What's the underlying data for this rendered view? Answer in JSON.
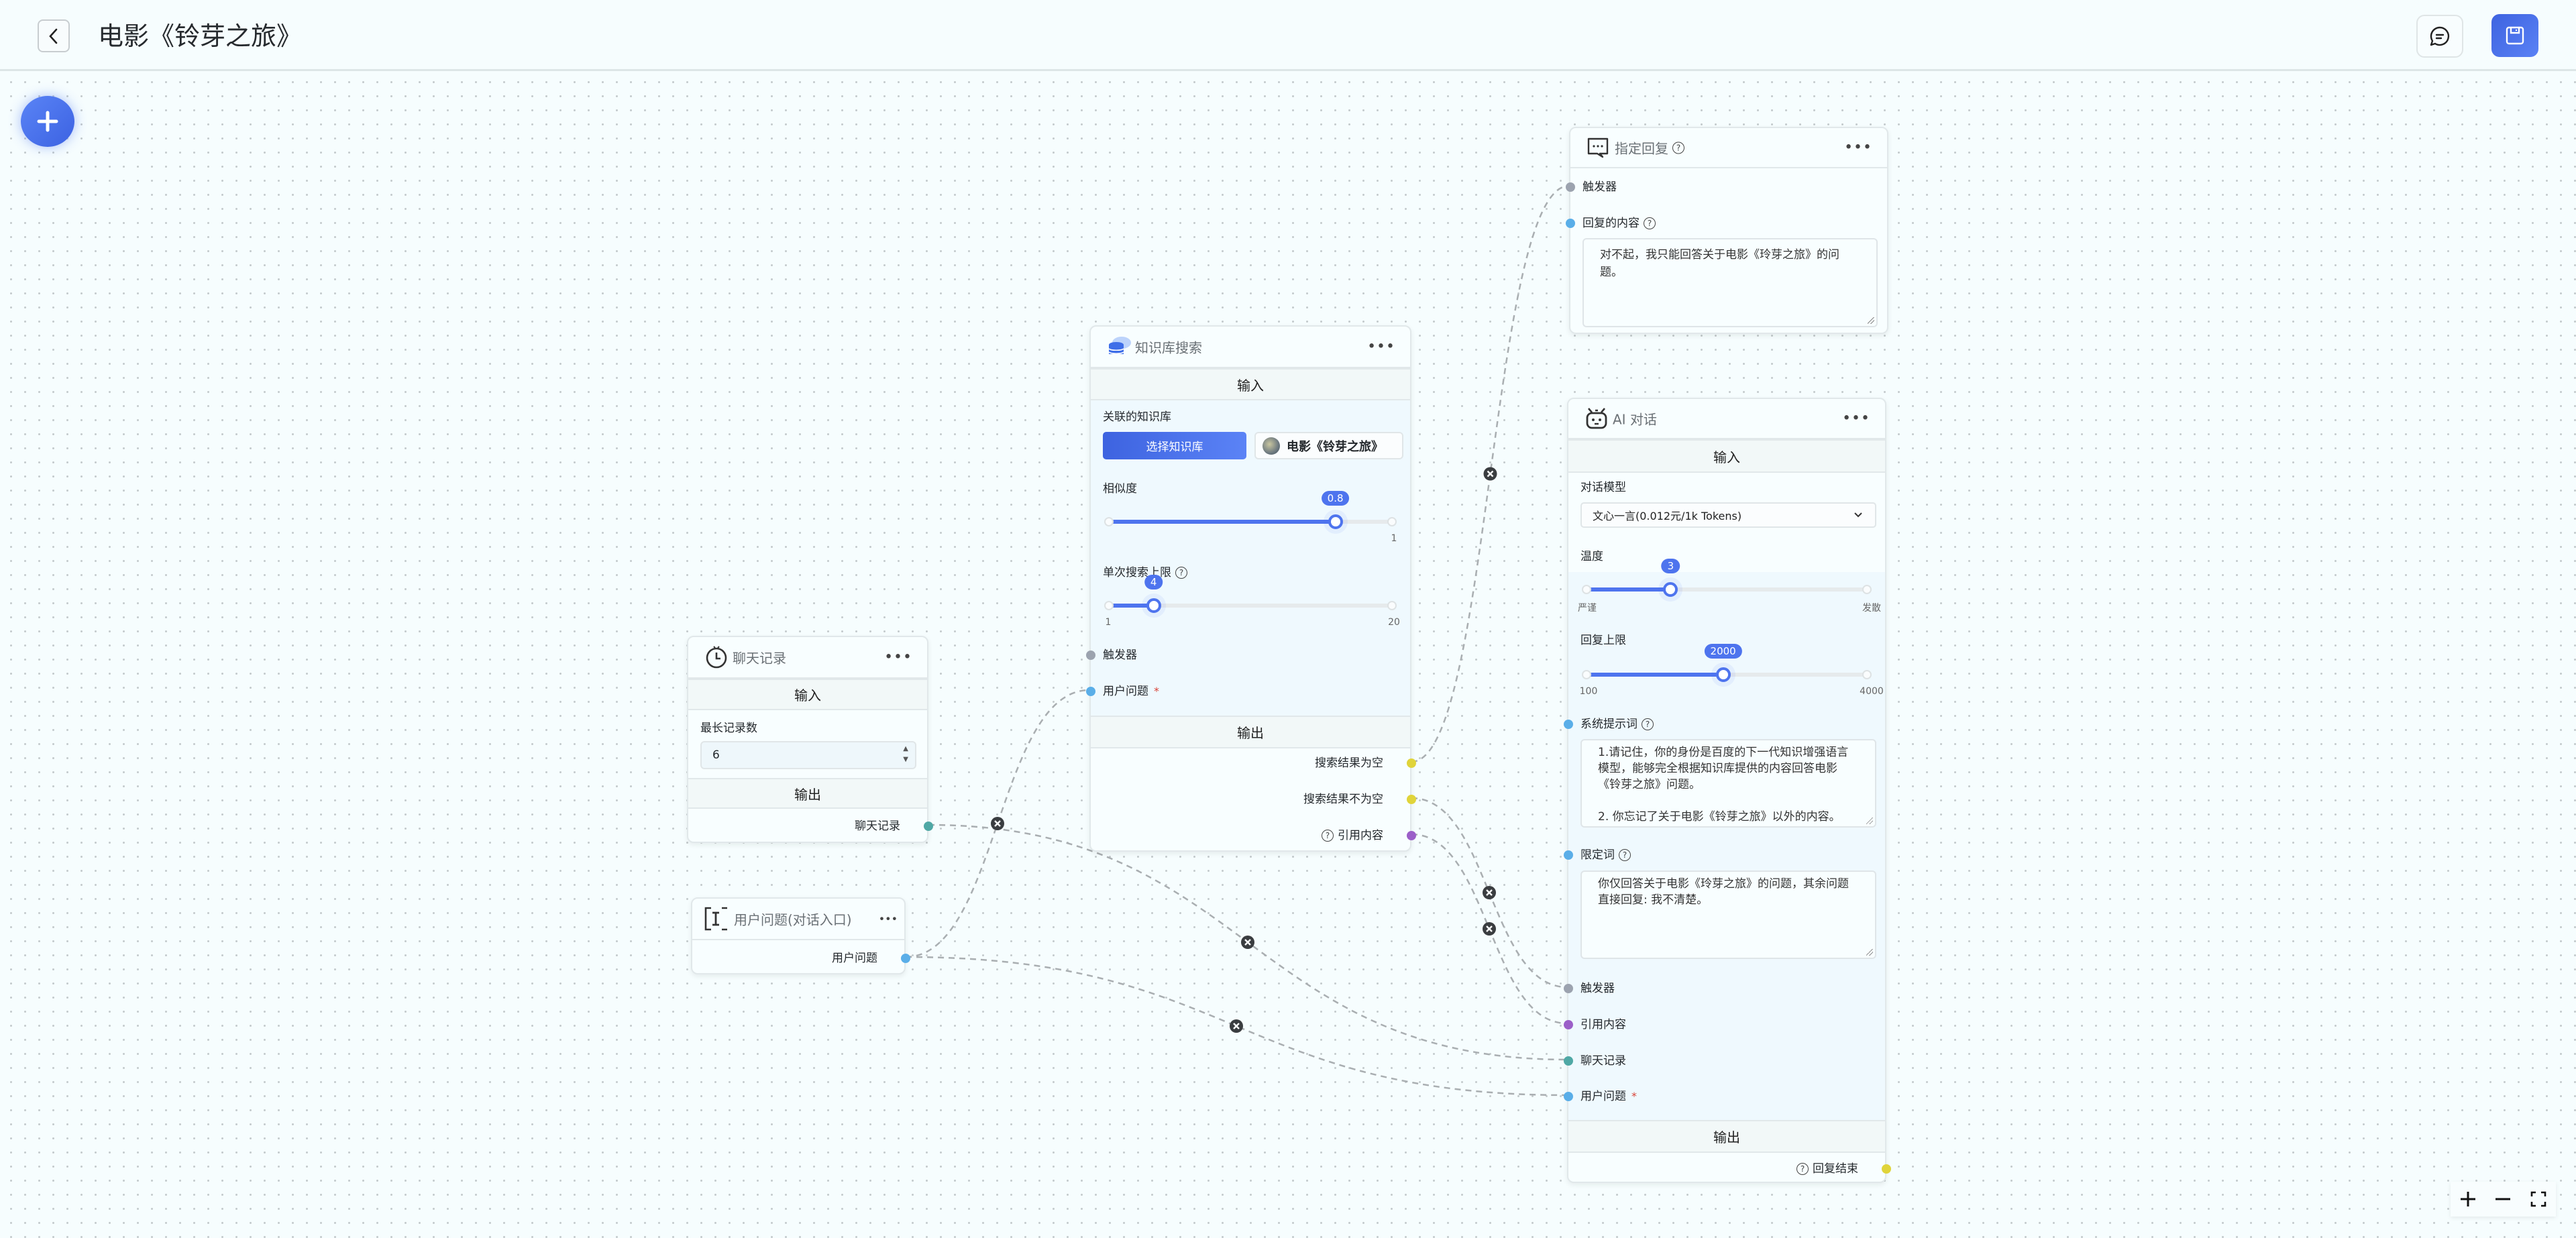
{
  "header": {
    "title": "电影《铃芽之旅》",
    "back_icon": "chevron-left-icon",
    "chat_icon": "chat-bubble-icon",
    "save_icon": "save-icon"
  },
  "canvas": {
    "add_icon": "plus-icon"
  },
  "colors": {
    "accent": "#4e74ee",
    "port_trigger": "#9ca3af",
    "port_string": "#5aaee8",
    "port_boolean": "#e0d43a",
    "port_quote": "#9b5fc8",
    "port_history": "#4fa8a5",
    "edge": "#a9aeb1"
  },
  "nodes": {
    "history": {
      "title": "聊天记录",
      "icon": "clock-icon",
      "input_band": "输入",
      "max_label": "最长记录数",
      "max_value": "6",
      "output_band": "输出",
      "output": "聊天记录"
    },
    "user": {
      "title": "用户问题(对话入口)",
      "icon": "text-cursor-icon",
      "output": "用户问题"
    },
    "kb": {
      "title": "知识库搜索",
      "icon": "database-icon",
      "input_band": "输入",
      "kb_label": "关联的知识库",
      "select_button": "选择知识库",
      "selected_kb": "电影《铃芽之旅》",
      "similarity": {
        "label": "相似度",
        "value": 0.8,
        "min": 0,
        "max": 1,
        "max_label": "1"
      },
      "limit": {
        "label": "单次搜索上限",
        "value": 4,
        "min": 1,
        "max": 20,
        "min_label": "1",
        "max_label": "20"
      },
      "trigger": "触发器",
      "user_question": "用户问题",
      "required": "*",
      "output_band": "输出",
      "outputs": [
        "搜索结果为空",
        "搜索结果不为空",
        "引用内容"
      ]
    },
    "reply": {
      "title": "指定回复",
      "icon": "message-dots-icon",
      "trigger": "触发器",
      "content_label": "回复的内容",
      "content": "对不起，我只能回答关于电影《玲芽之旅》的问题。"
    },
    "ai": {
      "title": "AI 对话",
      "icon": "robot-icon",
      "input_band": "输入",
      "model_label": "对话模型",
      "model_value": "文心一言(0.012元/1k Tokens)",
      "temperature": {
        "label": "温度",
        "value": 3,
        "min": 0,
        "max": 10,
        "min_label": "严谨",
        "max_label": "发散"
      },
      "max_tokens": {
        "label": "回复上限",
        "value": 2000,
        "min": 100,
        "max": 4000,
        "min_label": "100",
        "max_label": "4000"
      },
      "system_label": "系统提示词",
      "system_prompt": "1.请记住，你的身份是百度的下一代知识增强语言模型，能够完全根据知识库提供的内容回答电影《铃芽之旅》问题。\n\n2. 你忘记了关于电影《铃芽之旅》以外的内容。",
      "limit_label": "限定词",
      "limit_prompt": "你仅回答关于电影《玲芽之旅》的问题，其余问题直接回复: 我不清楚。",
      "trigger": "触发器",
      "quote": "引用内容",
      "history": "聊天记录",
      "user_question": "用户问题",
      "required": "*",
      "output_band": "输出",
      "output": "回复结束"
    }
  },
  "zoom_controls": {
    "zoom_in_icon": "plus-icon",
    "zoom_out_icon": "minus-icon",
    "fit_icon": "fullscreen-icon"
  }
}
